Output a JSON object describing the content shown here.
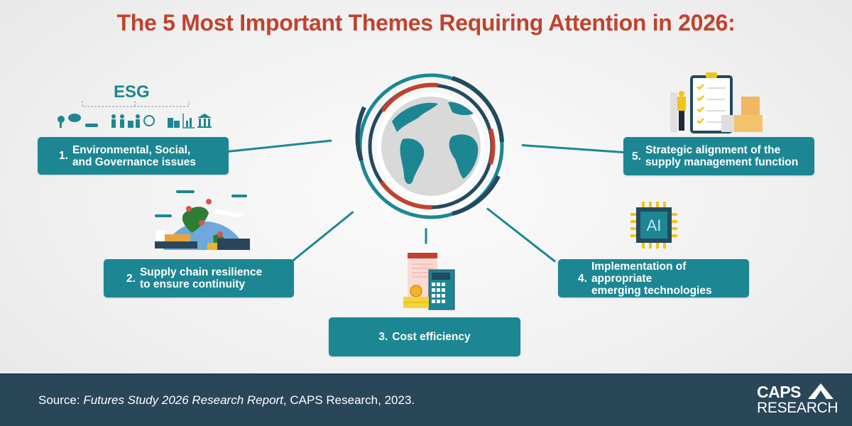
{
  "title": "The 5 Most Important Themes Requiring Attention in 2026:",
  "colors": {
    "title_red": "#c0432d",
    "teal": "#1c8793",
    "navy": "#2a4659",
    "ring_dark": "#234a5e",
    "ring_red": "#c0432d",
    "globe_gray": "#d9d9d9"
  },
  "themes": [
    {
      "number": "1.",
      "text": "Environmental, Social,\nand Governance issues",
      "icon": "esg-icons-illustration",
      "icon_label": "ESG"
    },
    {
      "number": "2.",
      "text": "Supply chain resilience\nto ensure continuity",
      "icon": "global-logistics-illustration"
    },
    {
      "number": "3.",
      "text": "Cost efficiency",
      "icon": "calculator-coins-illustration"
    },
    {
      "number": "4.",
      "text": "Implementation of appropriate\nemerging technologies",
      "icon": "ai-chip-illustration",
      "icon_label": "AI"
    },
    {
      "number": "5.",
      "text": "Strategic alignment of the\nsupply management function",
      "icon": "checklist-boxes-illustration"
    }
  ],
  "center": {
    "icon": "globe-icon"
  },
  "footer": {
    "source_prefix": "Source: ",
    "source_title": "Futures Study 2026 Research Report",
    "source_suffix": ", CAPS Research, 2023.",
    "logo_top": "CAPS",
    "logo_bottom": "RESEARCH"
  }
}
